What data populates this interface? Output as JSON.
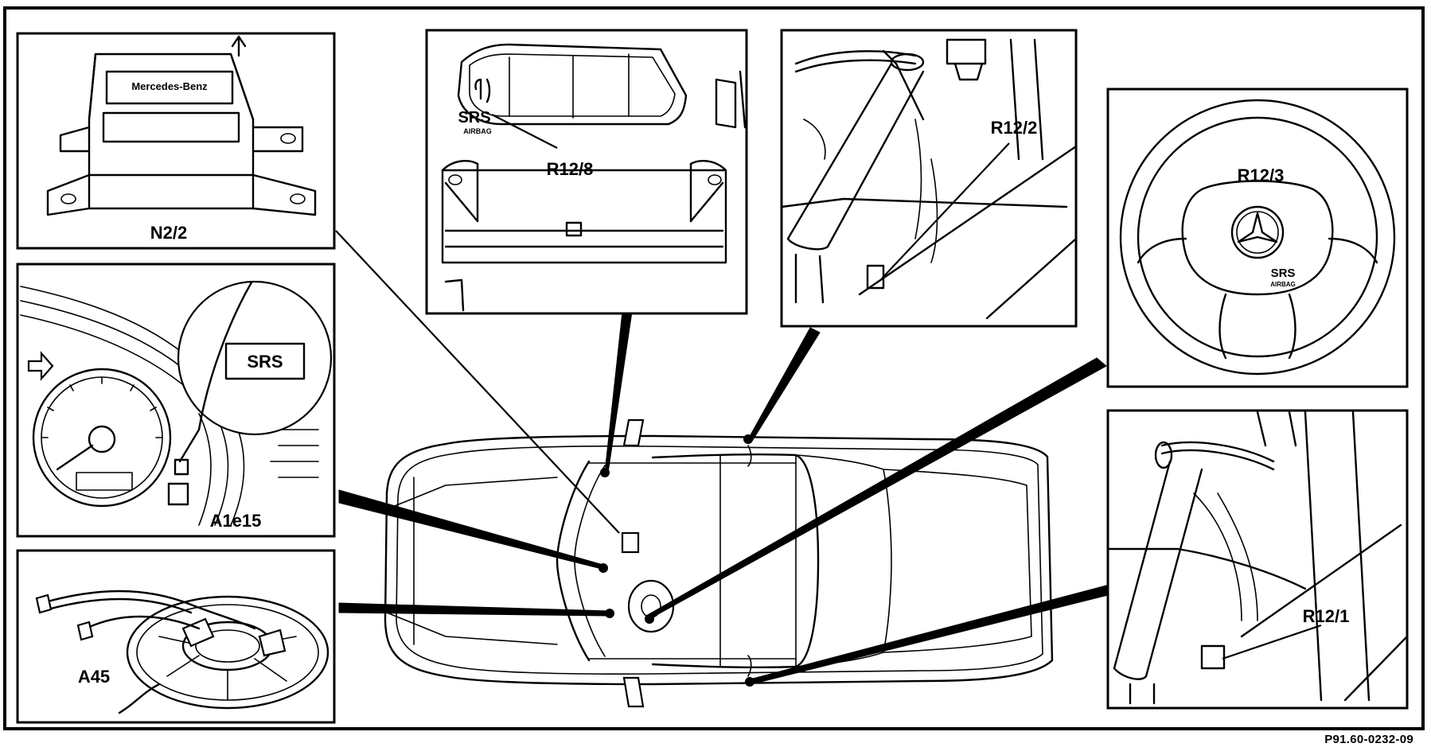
{
  "diagram": {
    "document_id": "P91.60-0232-09",
    "labels": {
      "control_unit": "N2/2",
      "control_unit_plate": "Mercedes-Benz",
      "indicator_lamp": "A1e15",
      "indicator_lamp_text": "SRS",
      "contact_spring": "A45",
      "passenger_airbag": "R12/8",
      "passenger_airbag_text": "SRS",
      "passenger_airbag_subtext": "AIRBAG",
      "driver_airbag": "R12/3",
      "driver_airbag_text": "SRS",
      "driver_airbag_subtext": "AIRBAG",
      "right_tensioner": "R12/2",
      "left_tensioner": "R12/1"
    }
  }
}
